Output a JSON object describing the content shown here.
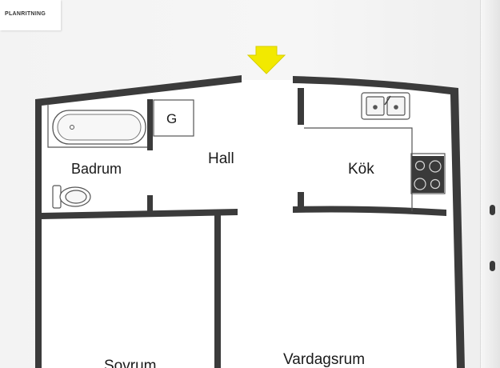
{
  "header_tab": {
    "label": "PLANRITNING"
  },
  "rooms": {
    "badrum": "Badrum",
    "hall": "Hall",
    "kok": "Kök",
    "sovrum": "Sovrum",
    "vardagsrum": "Vardagsrum",
    "garderob": "G"
  },
  "colors": {
    "wall": "#3b3b3b",
    "floor": "#ffffff",
    "entrance_arrow": "#f2e900",
    "fixture_stroke": "#555555"
  },
  "icons": [
    "entrance-arrow-icon",
    "bathtub-icon",
    "toilet-icon",
    "sink-icon",
    "stove-icon"
  ]
}
